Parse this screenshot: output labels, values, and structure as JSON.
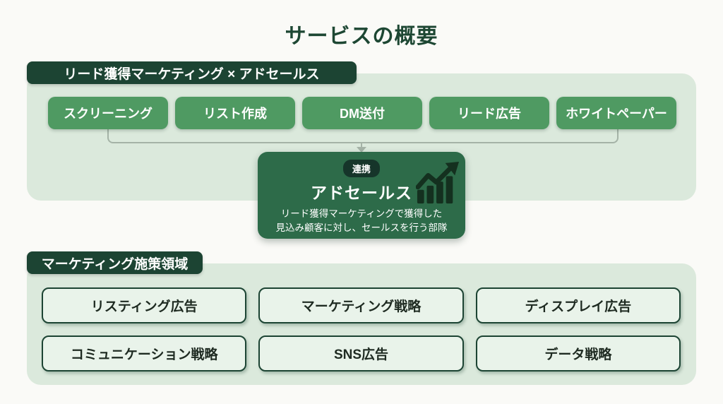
{
  "title": "サービスの概要",
  "colors": {
    "dark_green": "#1c4433",
    "mid_green": "#4f9a62",
    "panel_green": "#dbe9dc",
    "box_green": "#2d6b49",
    "badge_green": "#16352a",
    "connector_gray": "#a5b3a7"
  },
  "top_section": {
    "label": "リード獲得マーケティング × アドセールス",
    "steps": [
      "スクリーニング",
      "リスト作成",
      "DM送付",
      "リード広告",
      "ホワイトペーパー"
    ],
    "adsales": {
      "badge": "連携",
      "title": "アドセールス",
      "icon": "bar-chart-growth-icon",
      "description_line1": "リード獲得マーケティングで獲得した",
      "description_line2": "見込み顧客に対し、セールスを行う部隊"
    }
  },
  "bottom_section": {
    "label": "マーケティング施策領域",
    "items": [
      "リスティング広告",
      "マーケティング戦略",
      "ディスプレイ広告",
      "コミュニケーション戦略",
      "SNS広告",
      "データ戦略"
    ]
  }
}
